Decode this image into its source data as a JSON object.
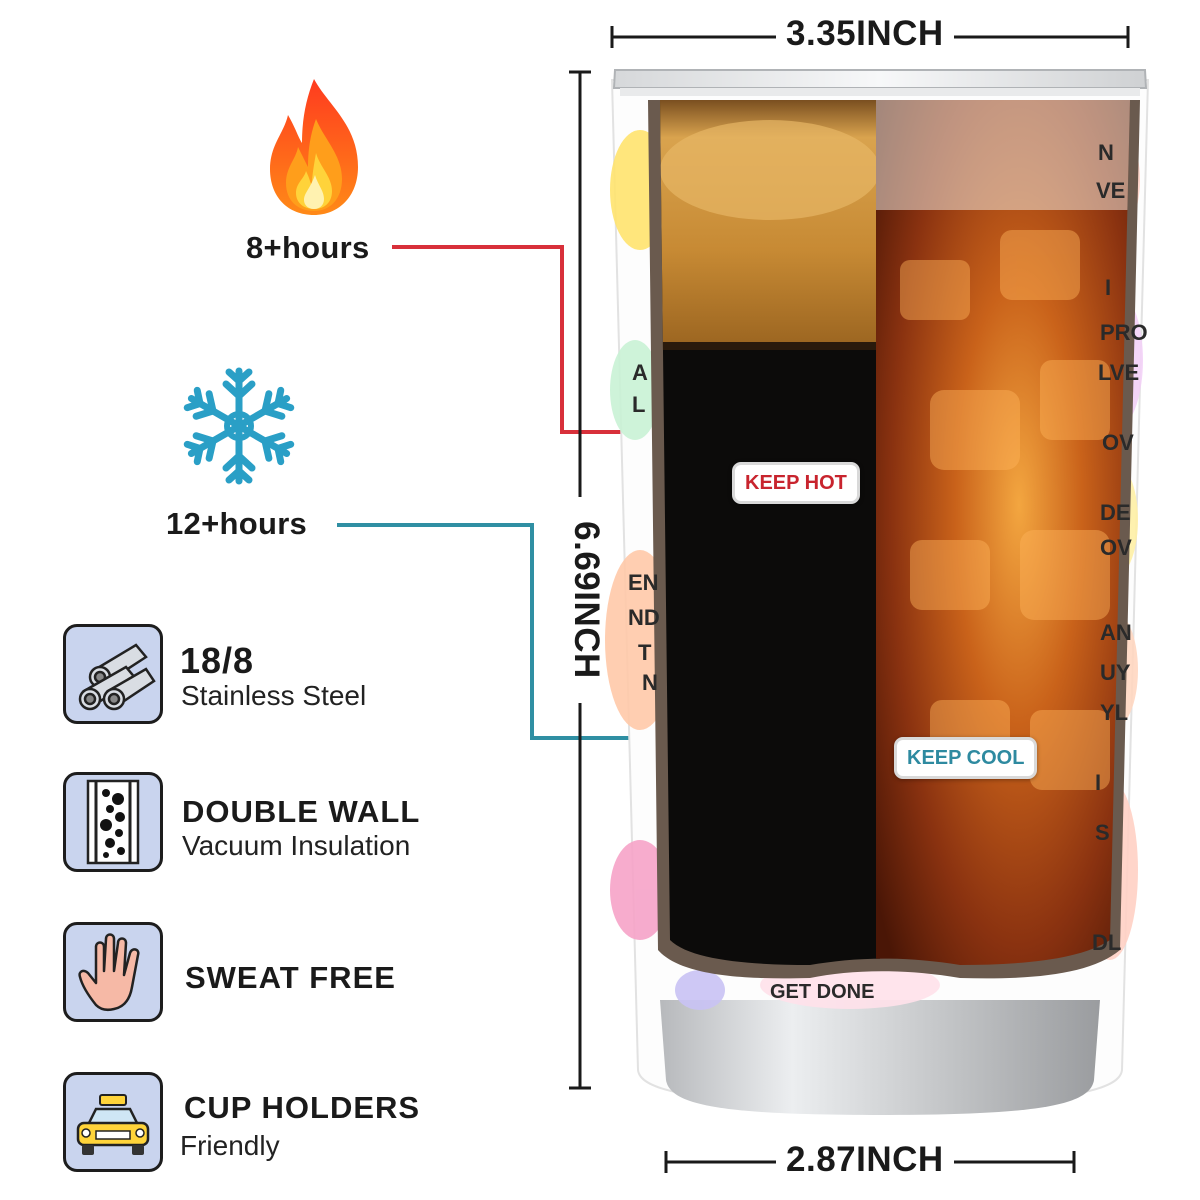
{
  "left_panel": {
    "hot": {
      "hours": "8+hours",
      "icon": "flame-icon",
      "line_color": "#d8303a"
    },
    "cold": {
      "hours": "12+hours",
      "icon": "snowflake-icon",
      "line_color": "#2f8fa3"
    }
  },
  "features": [
    {
      "title": "18/8",
      "subtitle": "Stainless Steel",
      "icon": "steel-pipes-icon"
    },
    {
      "title": "DOUBLE WALL",
      "subtitle": "Vacuum Insulation",
      "icon": "vacuum-wall-icon"
    },
    {
      "title": "SWEAT FREE",
      "subtitle": "",
      "icon": "hand-icon"
    },
    {
      "title": "CUP HOLDERS",
      "subtitle": "Friendly",
      "icon": "taxi-icon"
    }
  ],
  "dimensions": {
    "top_width": "3.35INCH",
    "height": "6.69INCH",
    "bottom_width": "2.87INCH"
  },
  "badges": {
    "hot": "KEEP HOT",
    "cool": "KEEP COOL"
  },
  "tumbler_print": {
    "bottom_text": "GET DONE",
    "fragments": [
      "N",
      "VE",
      "I",
      "PRO",
      "LVE",
      "OV",
      "DE",
      "OV",
      "AN",
      "UY",
      "YL",
      "I",
      "S",
      "DL",
      "A",
      "L",
      "EN",
      "ND",
      "T",
      "N"
    ]
  },
  "colors": {
    "hot_badge_text": "#c8242e",
    "cool_badge_text": "#2e8aa0",
    "feature_icon_bg": "#c9d4ee"
  }
}
